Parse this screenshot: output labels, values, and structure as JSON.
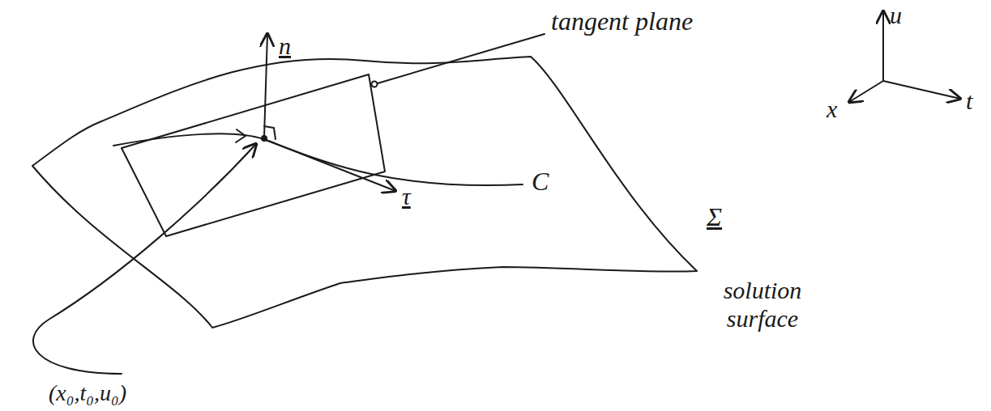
{
  "diagram": {
    "labels": [
      "tangent plane",
      "u",
      "x",
      "t",
      "n",
      "τ",
      "C",
      "Σ",
      "solution surface",
      "(x₀,t₀,u₀)"
    ]
  }
}
